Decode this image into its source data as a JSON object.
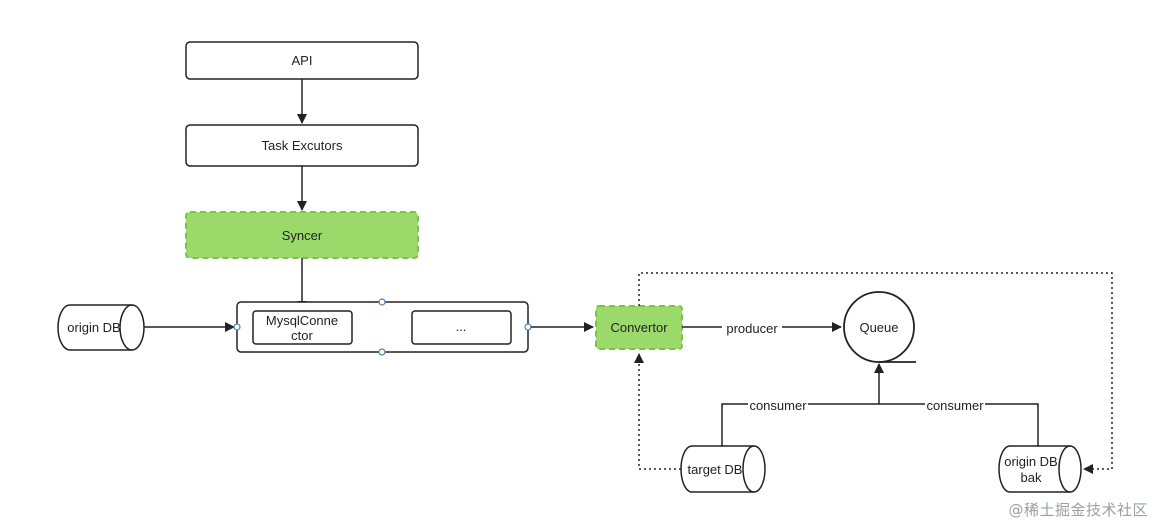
{
  "nodes": {
    "api": "API",
    "task_executors": "Task Excutors",
    "syncer": "Syncer",
    "origin_db": "origin DB",
    "mysql_connector_line1": "MysqlConne",
    "mysql_connector_line2": "ctor",
    "ellipsis": "...",
    "convertor": "Convertor",
    "queue": "Queue",
    "target_db": "target DB",
    "origin_db_bak_line1": "origin DB",
    "origin_db_bak_line2": "bak"
  },
  "edges": {
    "producer": "producer",
    "consumer_left": "consumer",
    "consumer_right": "consumer"
  },
  "colors": {
    "highlight_fill": "#9bd96b",
    "highlight_border": "#7cc24a",
    "stroke": "#222222"
  },
  "watermark": "@稀土掘金技术社区"
}
